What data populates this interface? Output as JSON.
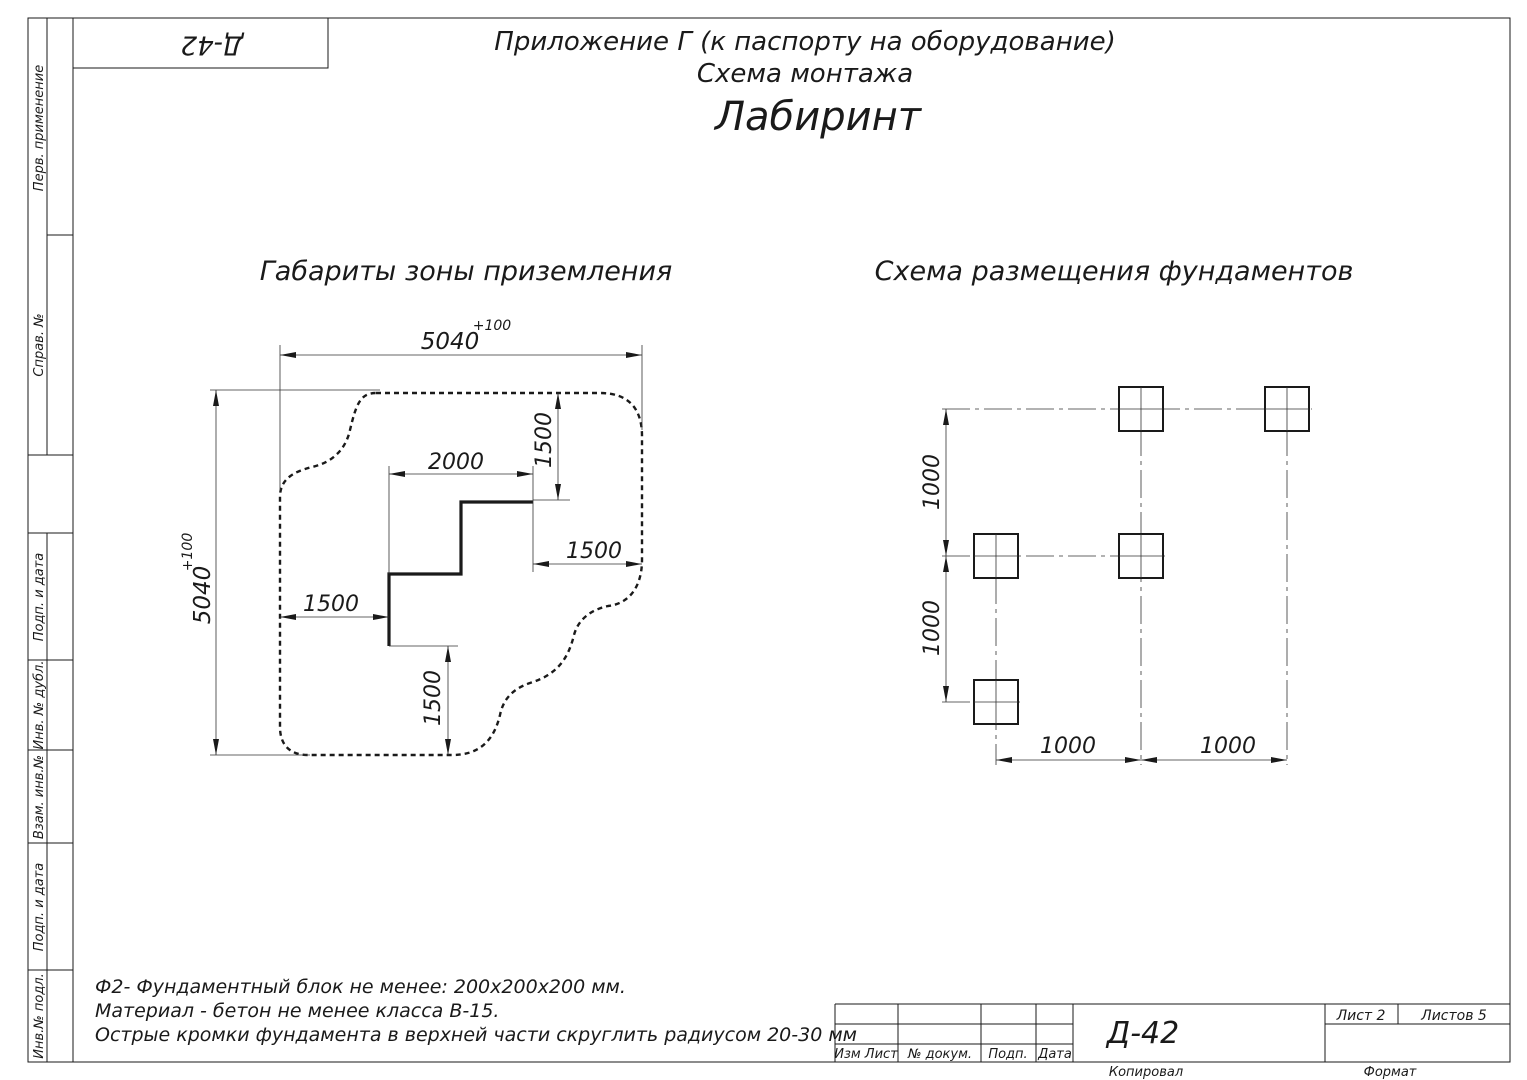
{
  "sheet": {
    "code_stamp": "Д-42",
    "title_line1": "Приложение Г (к паспорту на оборудование)",
    "title_line2": "Схема монтажа",
    "title_main": "Лабиринт"
  },
  "margin_labels": {
    "perv": "Перв. применение",
    "sprav": "Справ. №",
    "podp1": "Подп. и дата",
    "inv_dubl": "Инв. № дубл.",
    "vzam": "Взам. инв.№",
    "podp2": "Подп. и дата",
    "inv_podl": "Инв.№ подл."
  },
  "left_view": {
    "heading": "Габариты зоны приземления",
    "dims": {
      "width": "5040",
      "width_tol": "+100",
      "height": "5040",
      "height_tol": "+100",
      "inner_2000": "2000",
      "top_1500": "1500",
      "right_1500": "1500",
      "left_1500": "1500",
      "bottom_1500": "1500"
    }
  },
  "right_view": {
    "heading": "Схема размещения фундаментов",
    "dims": {
      "v_upper": "1000",
      "v_lower": "1000",
      "h_left": "1000",
      "h_right": "1000"
    }
  },
  "notes": [
    "Ф2- Фундаментный блок не менее: 200x200x200 мм.",
    "Материал - бетон не менее класса В-15.",
    "Острые кромки фундамента в верхней части скруглить радиусом 20-30 мм"
  ],
  "title_block": {
    "col_izm_list": "Изм Лист",
    "col_dokum": "№ докум.",
    "col_podp": "Подп.",
    "col_data": "Дата",
    "designation": "Д-42",
    "list_label": "Лист 2",
    "listov_label": "Листов 5",
    "kopiroval": "Копировал",
    "format": "Формат"
  }
}
